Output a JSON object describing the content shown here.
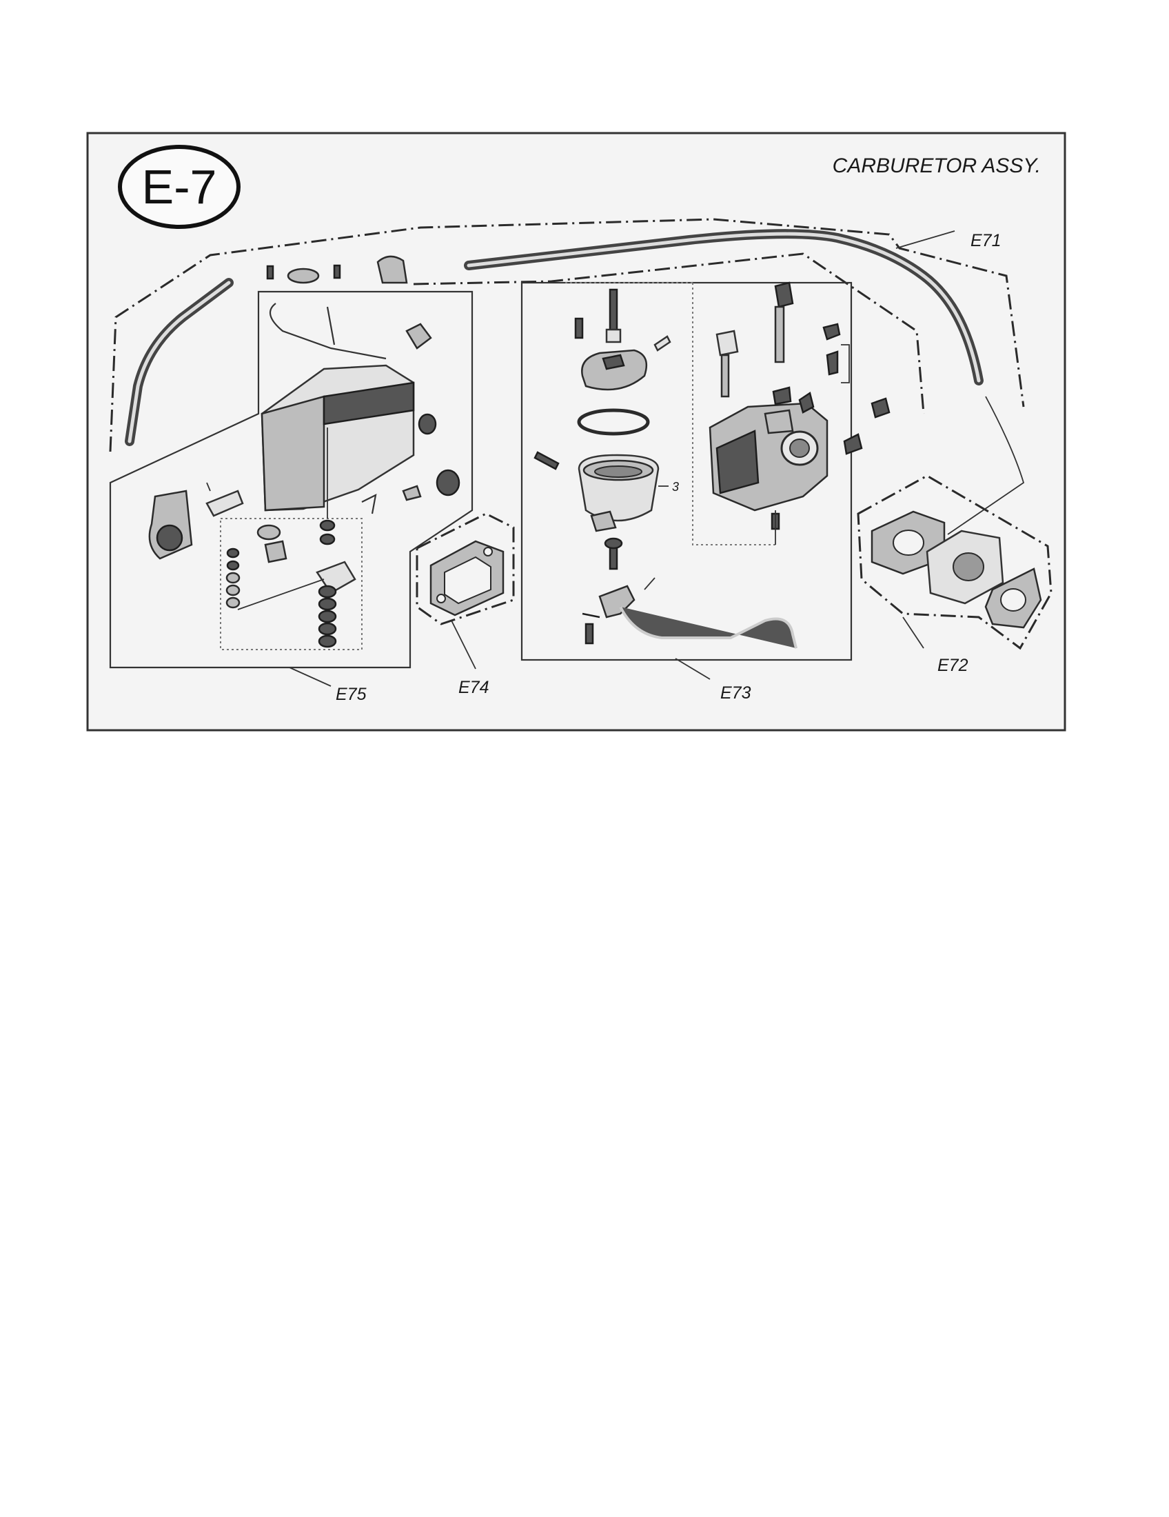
{
  "diagram": {
    "badge": "E-7",
    "title": "CARBURETOR ASSY.",
    "callouts": [
      "E71",
      "E72",
      "E73",
      "E74",
      "E75"
    ],
    "part_marker": "3"
  }
}
